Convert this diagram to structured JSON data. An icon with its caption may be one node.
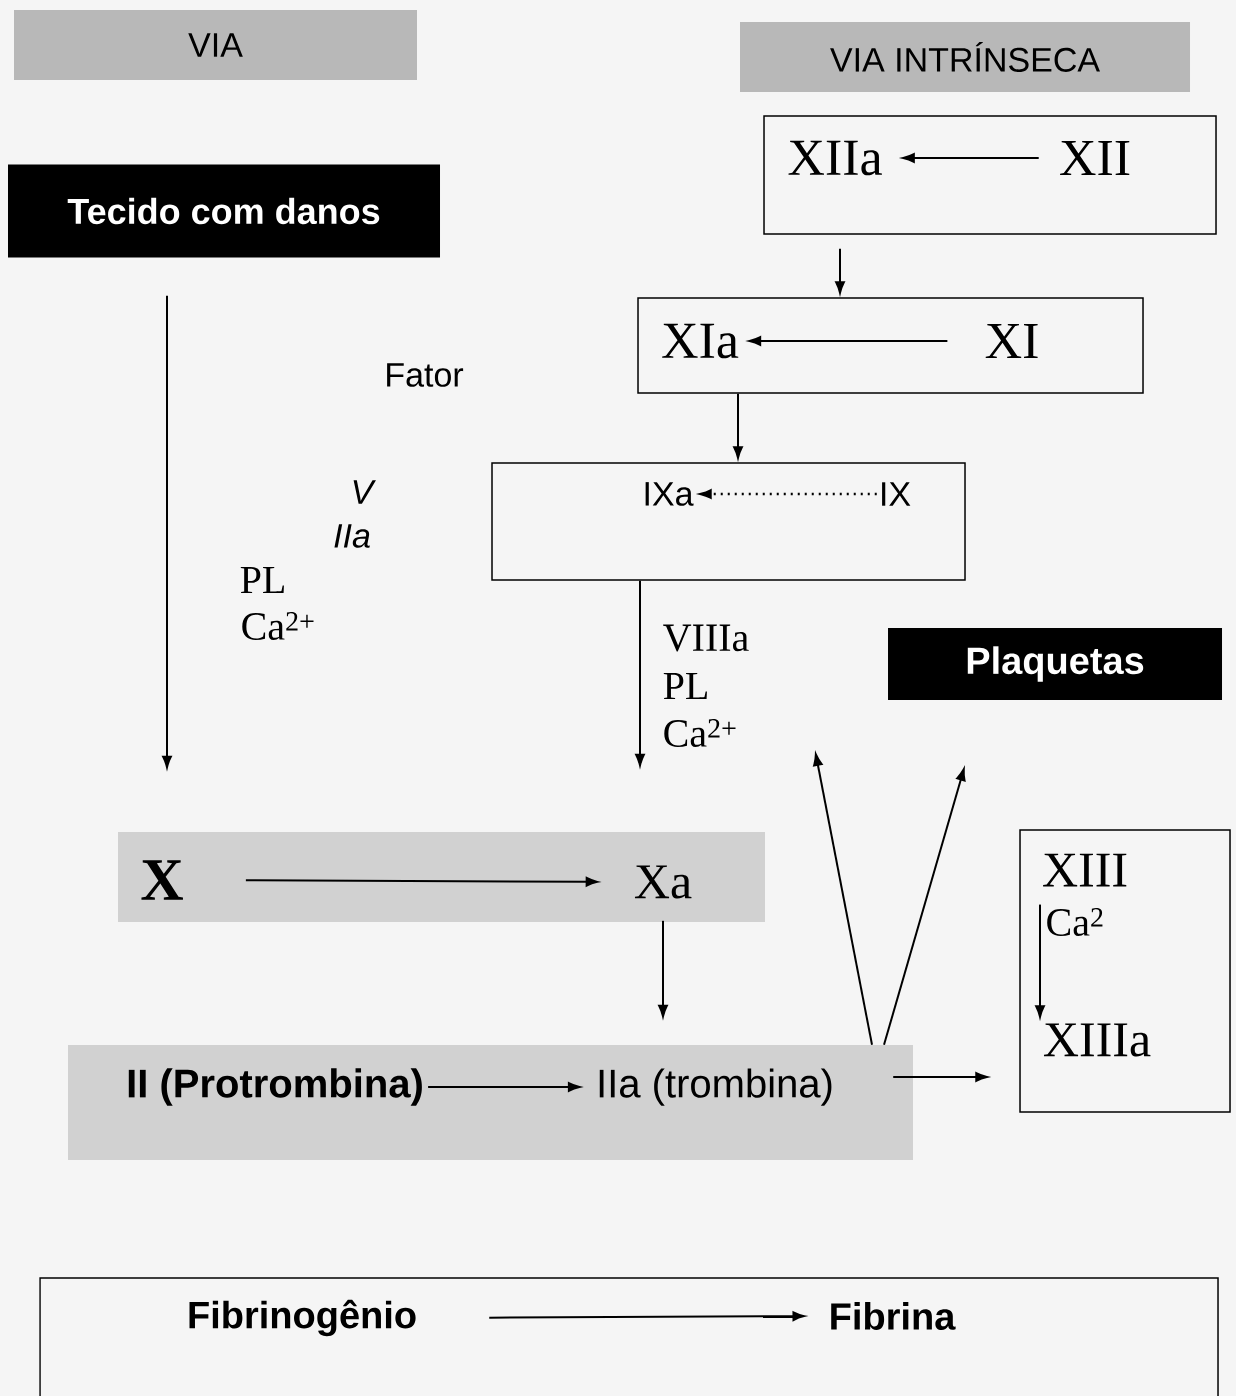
{
  "diagram": {
    "nodes": [
      {
        "text": [
          "VIA"
        ]
      },
      {
        "text": [
          "VIA INTRÍNSECA"
        ]
      },
      {
        "text": [
          "Tecido com danos"
        ]
      },
      {
        "text": [],
        "shape": "box"
      },
      {
        "text": [
          "XIIa"
        ],
        "in": 3
      },
      {
        "text": [
          "XII"
        ],
        "in": 3
      },
      {
        "text": [],
        "shape": "box"
      },
      {
        "text": [
          "XIa"
        ],
        "in": 6
      },
      {
        "text": [
          "XI"
        ],
        "in": 6
      },
      {
        "text": [],
        "shape": "box"
      },
      {
        "text": [
          "IXa"
        ],
        "in": 9
      },
      {
        "text": [
          "IX"
        ],
        "in": 9
      },
      {
        "text": [
          "Plaquetas"
        ]
      },
      {
        "text": [],
        "shape": "bar"
      },
      {
        "text": [
          "X"
        ],
        "in": 13
      },
      {
        "text": [
          "Xa"
        ],
        "in": 13
      },
      {
        "text": [],
        "shape": "bar"
      },
      {
        "text": [
          "II (Protrombina)"
        ],
        "in": 16
      },
      {
        "text": [
          "IIa (trombina)"
        ],
        "in": 16
      },
      {
        "text": [],
        "shape": "box"
      },
      {
        "text": [
          "XIII"
        ],
        "in": 19
      },
      {
        "text": [
          "XIIIa"
        ],
        "in": 19
      },
      {
        "text": [],
        "shape": "box"
      },
      {
        "text": [
          "Fibrinogênio"
        ],
        "in": 22
      },
      {
        "text": [
          "Fibrina"
        ],
        "in": 22
      }
    ],
    "edges": [
      {
        "from": 5,
        "to": 4,
        "arrow": "to"
      },
      {
        "from": 3,
        "to": 6,
        "arrow": "to"
      },
      {
        "from": 8,
        "to": 7,
        "arrow": "to"
      },
      {
        "from": 6,
        "to": 9,
        "arrow": "to"
      },
      {
        "from": 11,
        "to": 10,
        "arrow": "to",
        "style": "dashed"
      },
      {
        "from": 2,
        "to": 13,
        "arrow": "to"
      },
      {
        "from": 9,
        "to": 13,
        "arrow": "to"
      },
      {
        "from": 14,
        "to": 15,
        "arrow": "to"
      },
      {
        "from": 15,
        "to": 16,
        "arrow": "to"
      },
      {
        "from": 17,
        "to": 18,
        "arrow": "to"
      },
      {
        "from": 16,
        "to": 19,
        "arrow": "to"
      },
      {
        "from": 16,
        "to": null,
        "arrow": "to"
      },
      {
        "from": 16,
        "to": null,
        "arrow": "to"
      },
      {
        "from": 20,
        "to": 21,
        "arrow": "to"
      },
      {
        "from": 23,
        "to": 24,
        "arrow": "to"
      }
    ],
    "labels": [
      "Fator",
      "V",
      "IIa",
      "PL",
      "Ca$^{2+}$",
      "VIIIa",
      "PL",
      "Ca$^{2+}$",
      "Ca$^{2}$"
    ]
  }
}
